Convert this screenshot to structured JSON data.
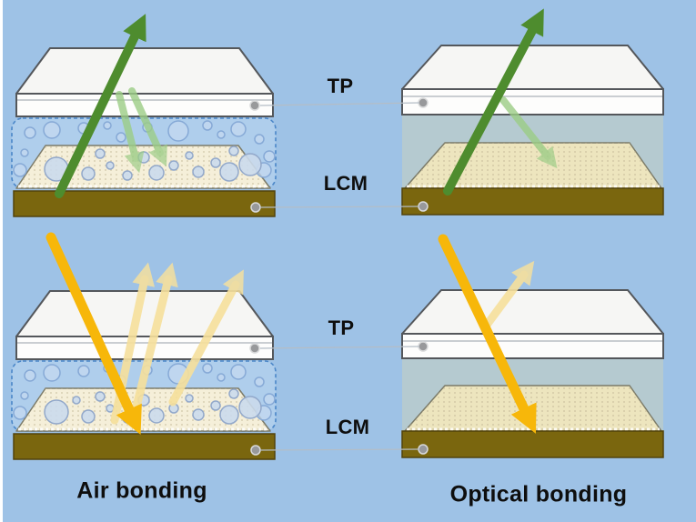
{
  "diagram": {
    "title_implied": "",
    "labels": {
      "tp_top": "TP",
      "lcm_top": "LCM",
      "tp_bottom": "TP",
      "lcm_bottom": "LCM",
      "air_bonding": "Air bonding",
      "optical_bonding": "Optical bonding"
    },
    "colors": {
      "background": "#9EC2E6",
      "incident_green": "#4E8C2E",
      "reflected_green": "#9CCD86",
      "incident_yellow": "#F7B70A",
      "reflected_yellow": "#F6E09C",
      "tp_slab_top": "#F6F6F4",
      "tp_slab_front": "#FDFDFC",
      "lcm_surface": "#F5EFD9",
      "lcm_surface_bonded": "#EDE5BE",
      "lcm_base": "#7A660E",
      "air_gap_fill": "#AFCEEC",
      "air_gap_border": "#4A86C8",
      "optical_bond_fill": "#B7CBCE",
      "outline": "#54575B",
      "label_text": "#0E0E0E"
    },
    "panels": [
      {
        "position": "top-left",
        "bonding": "air",
        "ray_color_key": "incident_green",
        "reflected_rays": 2
      },
      {
        "position": "top-right",
        "bonding": "optical",
        "ray_color_key": "incident_green",
        "reflected_rays": 1
      },
      {
        "position": "bottom-left",
        "bonding": "air",
        "ray_color_key": "incident_yellow",
        "reflected_rays": 3
      },
      {
        "position": "bottom-right",
        "bonding": "optical",
        "ray_color_key": "incident_yellow",
        "reflected_rays": 1
      }
    ]
  }
}
